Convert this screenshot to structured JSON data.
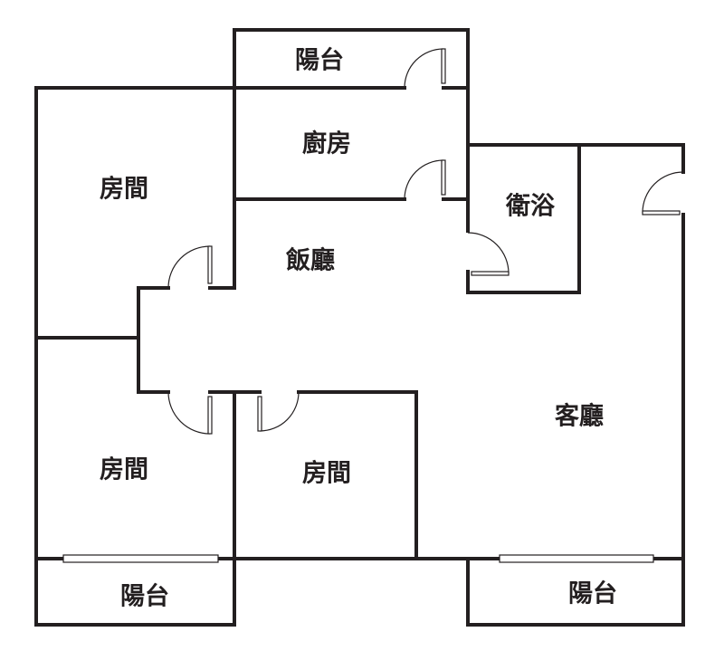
{
  "rooms": {
    "balcony_top": "陽台",
    "kitchen": "廚房",
    "bedroom_top_left": "房間",
    "bathroom": "衛浴",
    "dining": "飯廳",
    "living": "客廳",
    "bedroom_bottom_left": "房間",
    "bedroom_middle": "房間",
    "balcony_bottom_left": "陽台",
    "balcony_bottom_right": "陽台"
  },
  "colors": {
    "line": "#231f20",
    "background": "#ffffff"
  }
}
